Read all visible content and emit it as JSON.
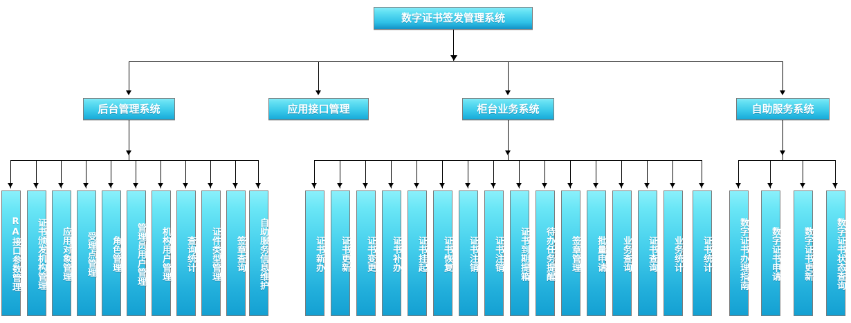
{
  "diagram": {
    "title": "数字证书签发管理系统",
    "root": {
      "label": "数字证书签发管理系统"
    },
    "branches": [
      {
        "label": "后台管理系统",
        "children": [
          "RA接口参数管理",
          "证书颁发机构管理",
          "应用对象管理",
          "受理点管理",
          "角色管理",
          "管理员用户管理",
          "机构用户管理",
          "查询统计",
          "证件类型管理",
          "签章查询",
          "自助服务信息维护"
        ]
      },
      {
        "label": "应用接口管理",
        "children": []
      },
      {
        "label": "柜台业务系统",
        "children": [
          "证书新办",
          "证书更新",
          "证书变更",
          "证书补办",
          "证书挂起",
          "证书恢复",
          "证书注销",
          "证书注销",
          "证书到期提箱",
          "待办任务提醒",
          "签章管理",
          "批量申请",
          "业务查询",
          "证书查询",
          "业务统计",
          "证书统计"
        ]
      },
      {
        "label": "自助服务系统",
        "children": [
          "数字证书办理指南",
          "数字证书申请",
          "数字证书更新",
          "数字证书状态查询"
        ]
      }
    ],
    "colors": {
      "box_top": "#8af0fb",
      "box_bottom": "#14a0d2",
      "border": "#7a7a7a",
      "text": "#ffffff",
      "connector": "#000000",
      "background": "#ffffff"
    }
  }
}
